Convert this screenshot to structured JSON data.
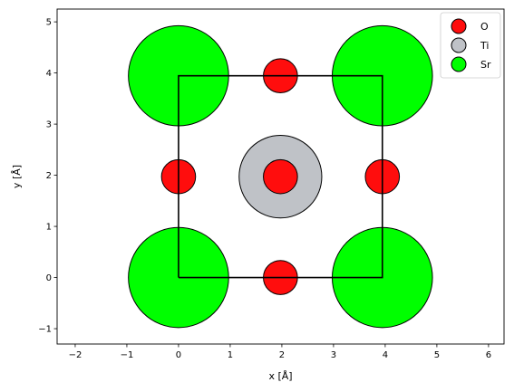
{
  "chart_data": {
    "type": "scatter",
    "title": "",
    "xlabel": "x [Å]",
    "ylabel": "y [Å]",
    "xlim": [
      -2.35,
      6.3
    ],
    "ylim": [
      -1.3,
      5.25
    ],
    "xticks": [
      -2,
      -1,
      0,
      1,
      2,
      3,
      4,
      5,
      6
    ],
    "yticks": [
      -1,
      0,
      1,
      2,
      3,
      4,
      5
    ],
    "grid": false,
    "aspect": "equal",
    "legend_position": "top-right",
    "unit_cell": {
      "corners": [
        [
          0,
          0
        ],
        [
          3.945,
          0
        ],
        [
          3.945,
          3.945
        ],
        [
          0,
          3.945
        ]
      ],
      "color": "#000000"
    },
    "series": [
      {
        "name": "O",
        "color": "#ff0d0d",
        "radius": 0.33,
        "points": [
          [
            1.9725,
            3.945
          ],
          [
            0,
            1.9725
          ],
          [
            1.9725,
            1.9725
          ],
          [
            3.945,
            1.9725
          ],
          [
            1.9725,
            0
          ]
        ]
      },
      {
        "name": "Ti",
        "color": "#bfc2c7",
        "radius": 0.8,
        "points": [
          [
            1.9725,
            1.9725
          ]
        ]
      },
      {
        "name": "Sr",
        "color": "#00ff00",
        "radius": 0.97,
        "points": [
          [
            0,
            0
          ],
          [
            3.945,
            0
          ],
          [
            0,
            3.945
          ],
          [
            3.945,
            3.945
          ]
        ]
      }
    ],
    "draw_order": [
      {
        "series": 2,
        "point": 0
      },
      {
        "series": 2,
        "point": 1
      },
      {
        "series": 2,
        "point": 2
      },
      {
        "series": 2,
        "point": 3
      },
      {
        "series": 1,
        "point": 0
      },
      {
        "series": 0,
        "point": 0
      },
      {
        "series": 0,
        "point": 1
      },
      {
        "series": 0,
        "point": 2
      },
      {
        "series": 0,
        "point": 3
      },
      {
        "series": 0,
        "point": 4
      }
    ]
  }
}
